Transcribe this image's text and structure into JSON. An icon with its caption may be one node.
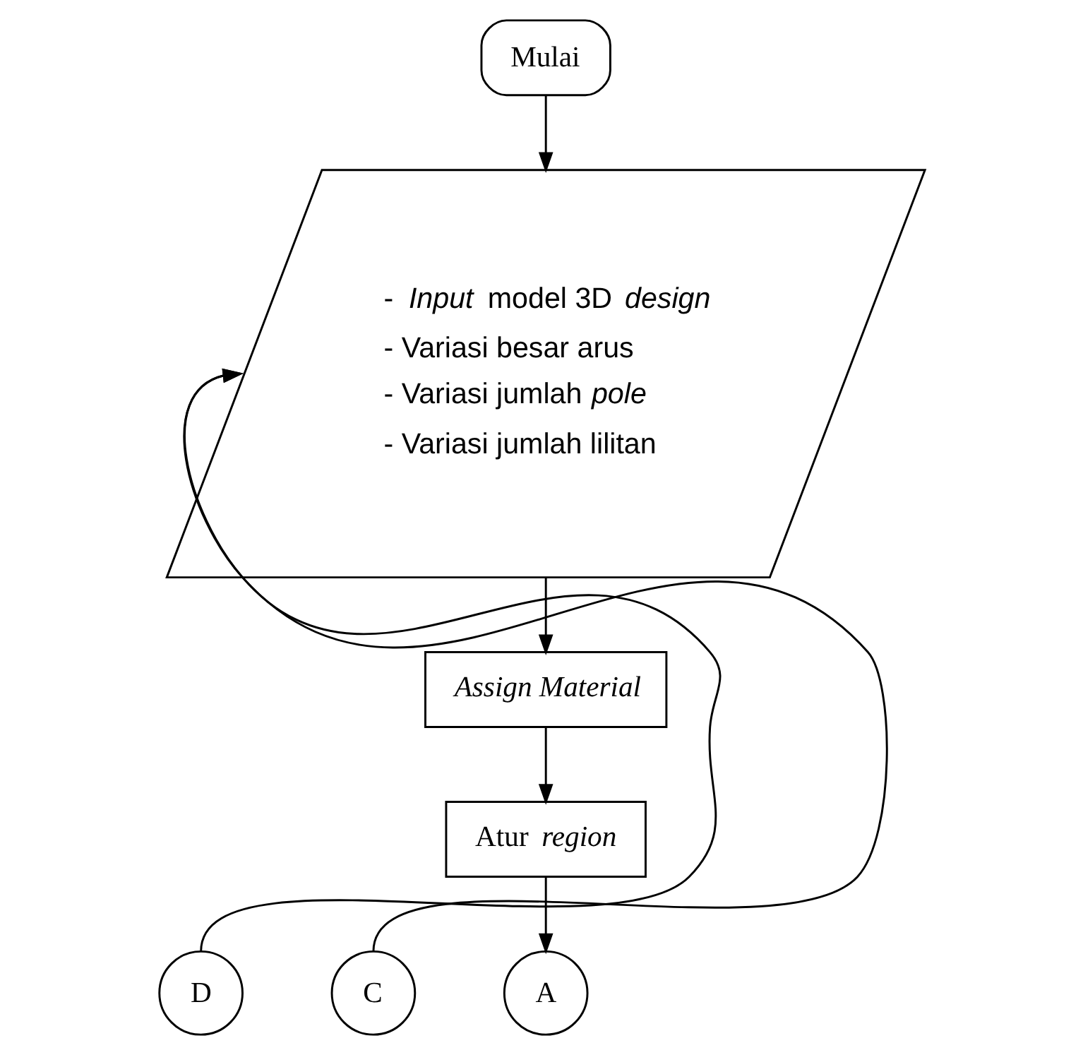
{
  "diagram": {
    "nodes": [
      {
        "text": [
          "Mulai"
        ]
      },
      {
        "text": [
          "- *Input* model 3D *design*",
          "- Variasi besar arus",
          "- Variasi jumlah *pole*",
          "- Variasi jumlah lilitan"
        ]
      },
      {
        "text": [
          "Assign Material"
        ]
      },
      {
        "text": [
          "Atur *region*"
        ]
      },
      {
        "text": [
          "A"
        ]
      },
      {
        "text": [
          "D"
        ]
      },
      {
        "text": [
          "C"
        ]
      }
    ],
    "edges": [
      {
        "from": 0,
        "to": 1,
        "arrow": "to"
      },
      {
        "from": 1,
        "to": 2,
        "arrow": "to"
      },
      {
        "from": 2,
        "to": 3,
        "arrow": "to"
      },
      {
        "from": 3,
        "to": 4,
        "arrow": "to"
      },
      {
        "from": 5,
        "to": 1,
        "arrow": "to"
      },
      {
        "from": 6,
        "to": 1,
        "arrow": "to"
      }
    ]
  }
}
